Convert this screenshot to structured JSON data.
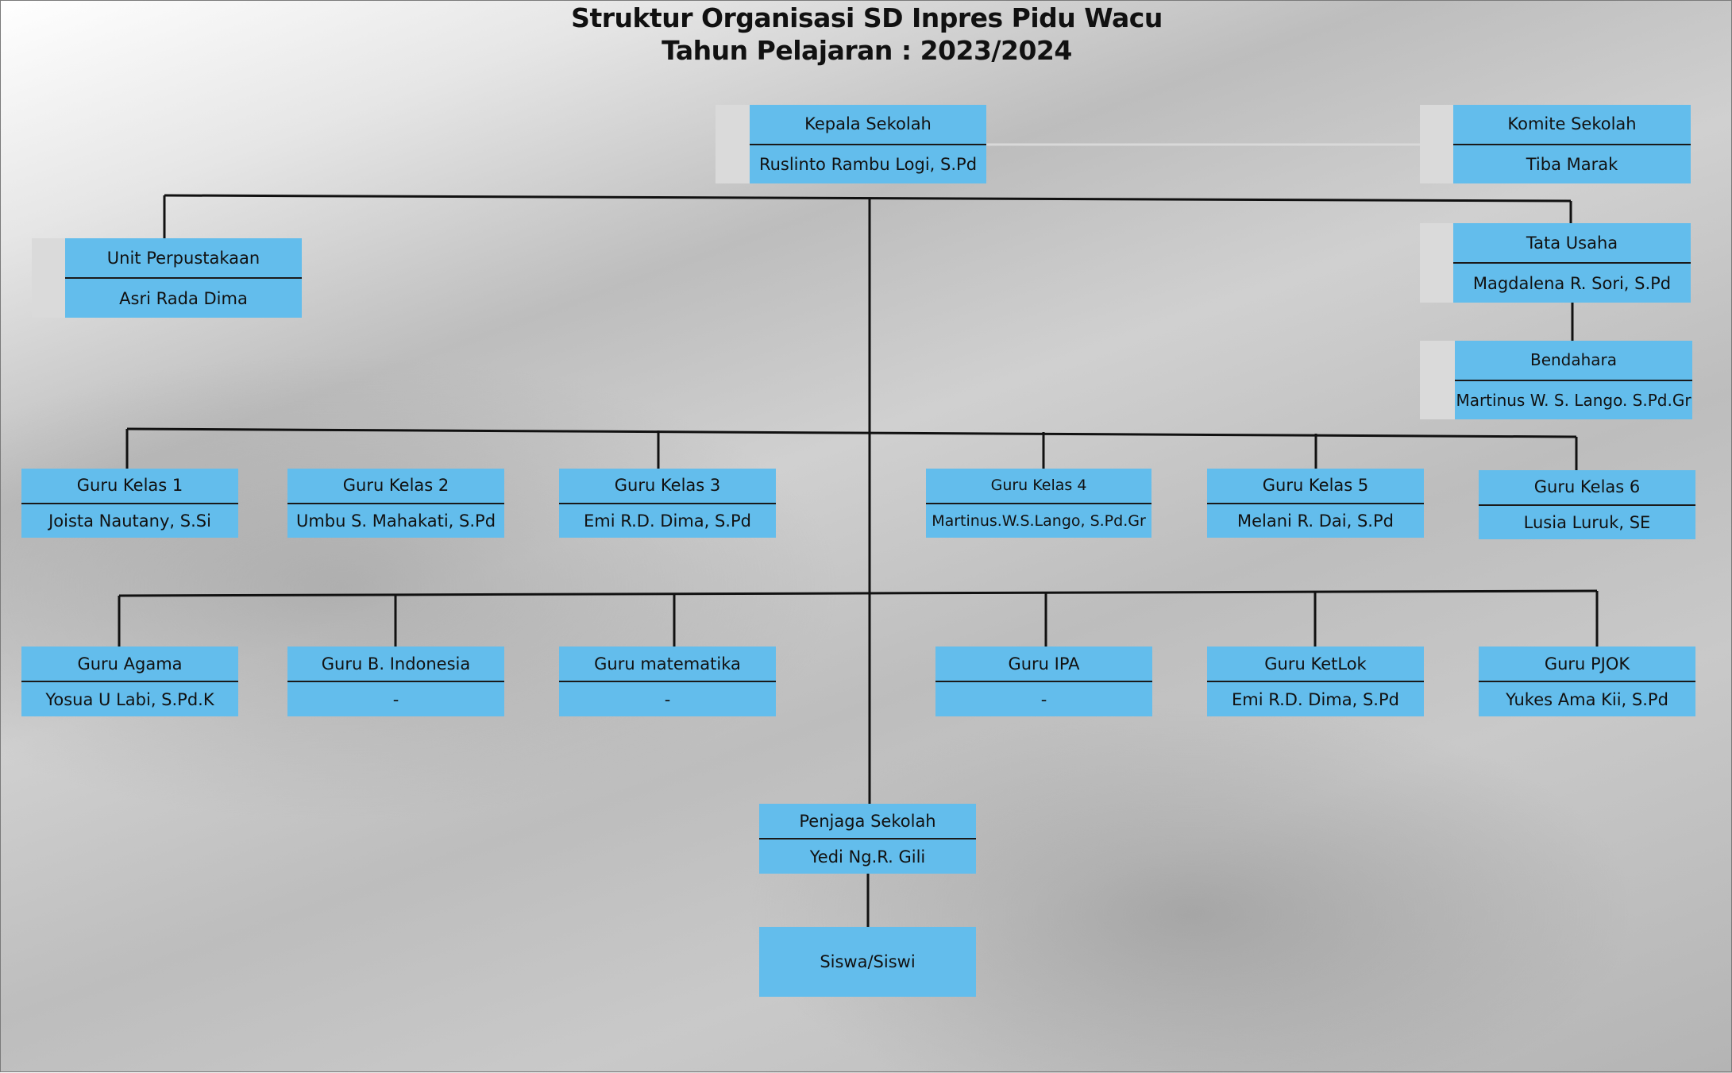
{
  "title": {
    "line1": "Struktur Organisasi SD Inpres Pidu Wacu",
    "line2": "Tahun Pelajaran : 2023/2024"
  },
  "colors": {
    "box_fill": "#63bdec",
    "box_tab": "#dadada",
    "connector": "#111111"
  },
  "nodes": {
    "kepala": {
      "role": "Kepala Sekolah",
      "name": "Ruslinto Rambu Logi, S.Pd"
    },
    "komite": {
      "role": "Komite Sekolah",
      "name": "Tiba Marak"
    },
    "perpustakaan": {
      "role": "Unit Perpustakaan",
      "name": "Asri Rada Dima"
    },
    "tata_usaha": {
      "role": "Tata Usaha",
      "name": "Magdalena R. Sori, S.Pd"
    },
    "bendahara": {
      "role": "Bendahara",
      "name": "Martinus W. S. Lango. S.Pd.Gr"
    },
    "guru_kelas": [
      {
        "role": "Guru Kelas 1",
        "name": "Joista Nautany, S.Si"
      },
      {
        "role": "Guru Kelas 2",
        "name": "Umbu S. Mahakati, S.Pd"
      },
      {
        "role": "Guru Kelas 3",
        "name": "Emi R.D. Dima, S.Pd"
      },
      {
        "role": "Guru Kelas 4",
        "name": "Martinus.W.S.Lango, S.Pd.Gr"
      },
      {
        "role": "Guru Kelas 5",
        "name": "Melani R. Dai, S.Pd"
      },
      {
        "role": "Guru Kelas 6",
        "name": "Lusia Luruk, SE"
      }
    ],
    "guru_mapel": [
      {
        "role": "Guru Agama",
        "name": "Yosua U Labi, S.Pd.K"
      },
      {
        "role": "Guru B. Indonesia",
        "name": "-"
      },
      {
        "role": "Guru matematika",
        "name": "-"
      },
      {
        "role": "Guru IPA",
        "name": "-"
      },
      {
        "role": "Guru KetLok",
        "name": "Emi R.D. Dima, S.Pd"
      },
      {
        "role": "Guru PJOK",
        "name": "Yukes Ama Kii, S.Pd"
      }
    ],
    "penjaga": {
      "role": "Penjaga Sekolah",
      "name": "Yedi Ng.R. Gili"
    },
    "siswa": {
      "role": "Siswa/Siswi"
    }
  }
}
